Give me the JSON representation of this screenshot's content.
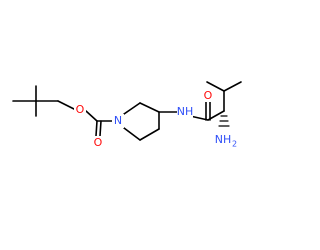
{
  "molecule": {
    "atoms": {
      "o_ether": {
        "text": "O",
        "color": "#ff0d0d"
      },
      "o_carbonyl_boc": {
        "text": "O",
        "color": "#ff0d0d"
      },
      "n_ring": {
        "text": "N",
        "color": "#3050f8"
      },
      "nh_amide": {
        "text": "NH",
        "color": "#3050f8"
      },
      "o_carbonyl_amide": {
        "text": "O",
        "color": "#ff0d0d"
      },
      "nh2_amine": {
        "text": "NH",
        "subscript": "2",
        "color": "#3050f8"
      }
    },
    "bond_color": "#000000"
  }
}
